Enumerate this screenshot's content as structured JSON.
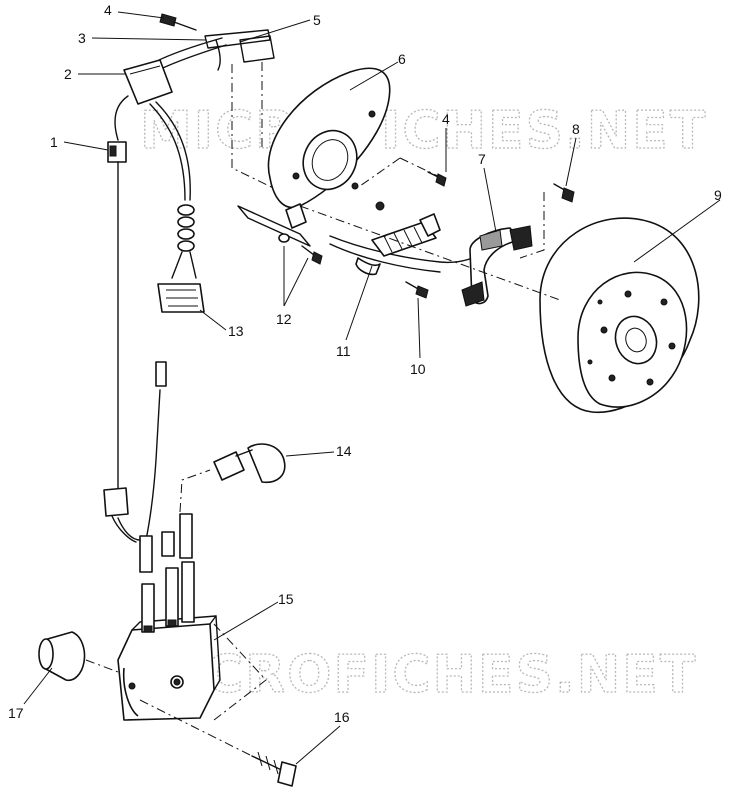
{
  "watermark": "MICROFICHES.NET",
  "callouts": {
    "c1": "1",
    "c2": "2",
    "c3": "3",
    "c4a": "4",
    "c5": "5",
    "c6": "6",
    "c4b": "4",
    "c7": "7",
    "c8": "8",
    "c9": "9",
    "c10": "10",
    "c11": "11",
    "c12": "12",
    "c13": "13",
    "c14": "14",
    "c15": "15",
    "c16": "16",
    "c17": "17"
  }
}
